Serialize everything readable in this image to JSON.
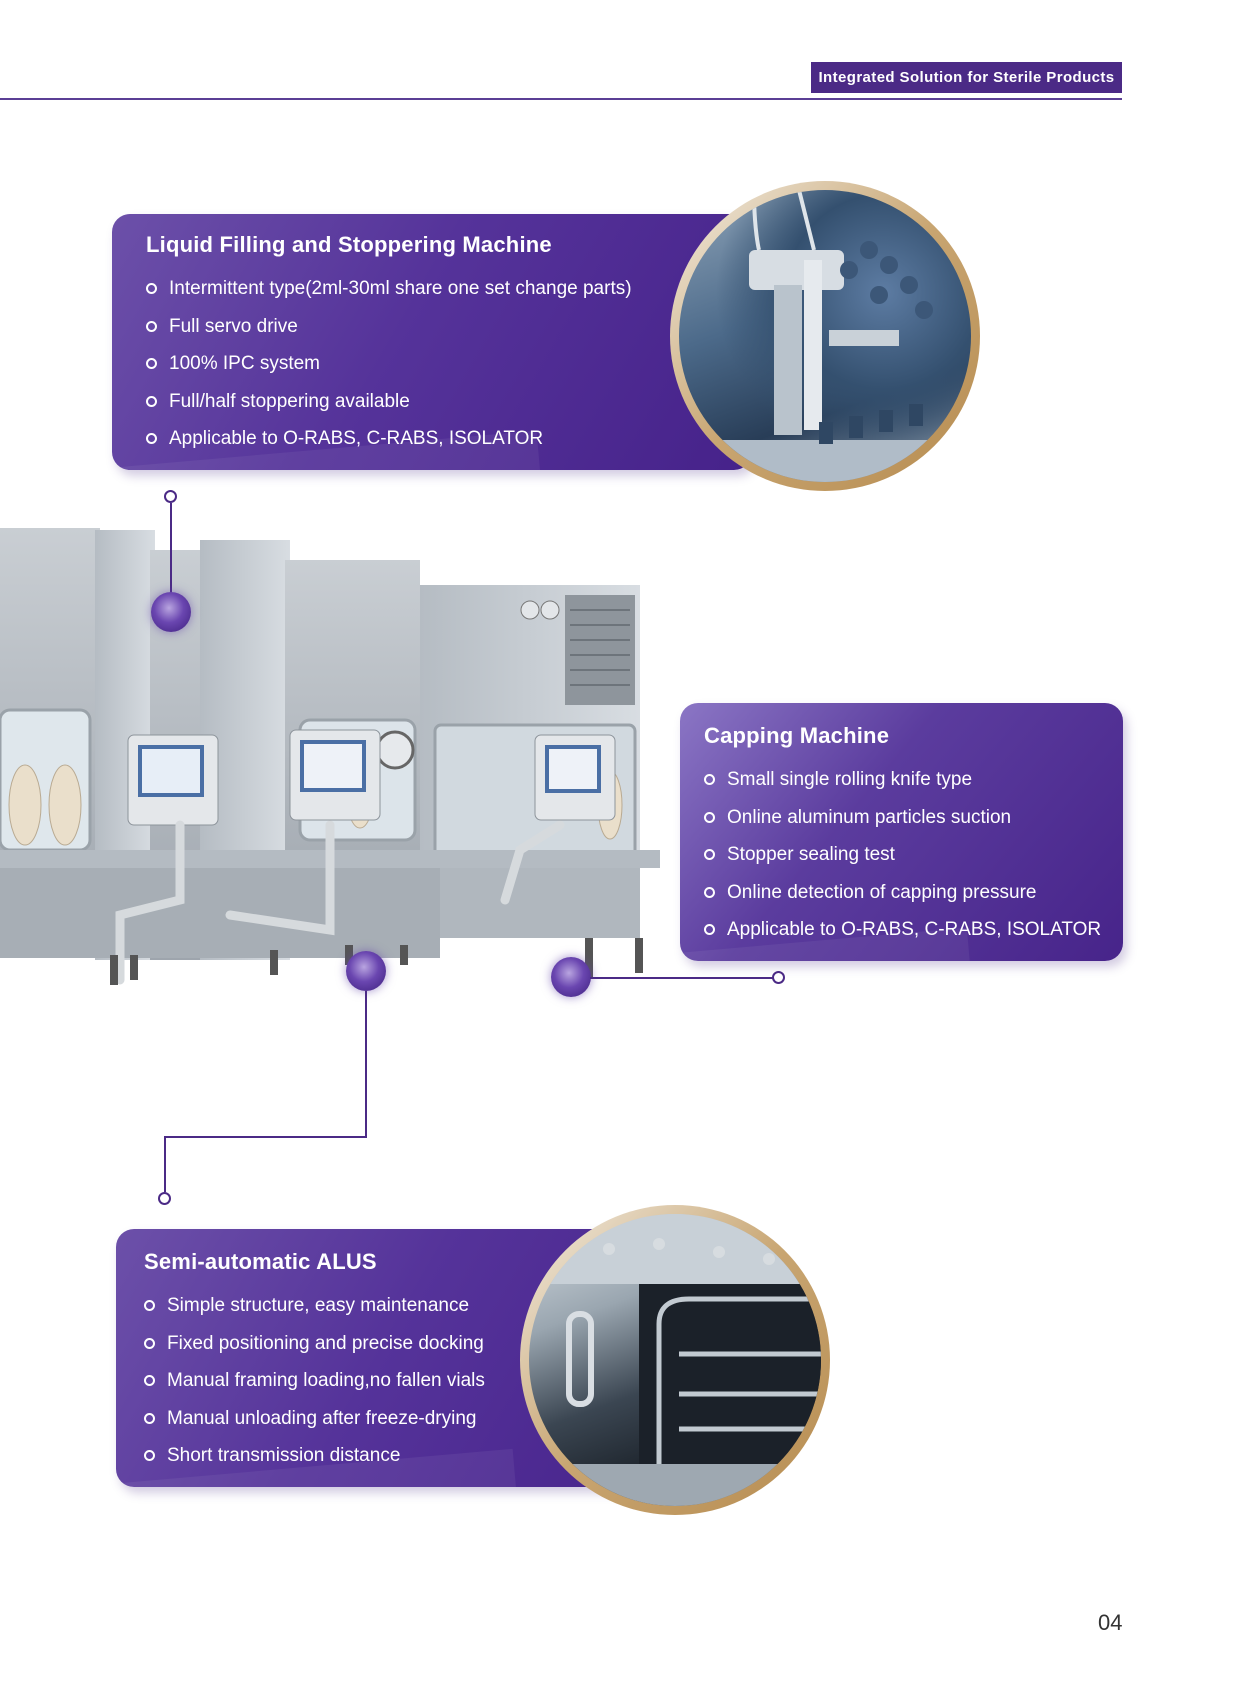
{
  "header": {
    "tag": "Integrated Solution for Sterile Products"
  },
  "cards": {
    "liquid": {
      "title": "Liquid Filling and Stoppering Machine",
      "items": [
        "Intermittent type(2ml-30ml share one set change parts)",
        "Full servo drive",
        "100% IPC system",
        "Full/half stoppering  available",
        "Applicable to O-RABS, C-RABS, ISOLATOR"
      ]
    },
    "capping": {
      "title": "Capping Machine",
      "items": [
        "Small single rolling knife type",
        "Online aluminum particles suction",
        "Stopper sealing test",
        "Online detection of capping pressure",
        "Applicable to O-RABS, C-RABS, ISOLATOR"
      ]
    },
    "alus": {
      "title": "Semi-automatic ALUS",
      "items": [
        "Simple structure, easy maintenance",
        "Fixed positioning and precise docking",
        "Manual framing loading,no fallen vials",
        "Manual unloading after freeze-drying",
        "Short transmission distance"
      ]
    }
  },
  "footer": {
    "page_number": "04"
  },
  "colors": {
    "accent": "#4b2a86",
    "card": "#55339a",
    "ring_gold": "#c8a571"
  }
}
